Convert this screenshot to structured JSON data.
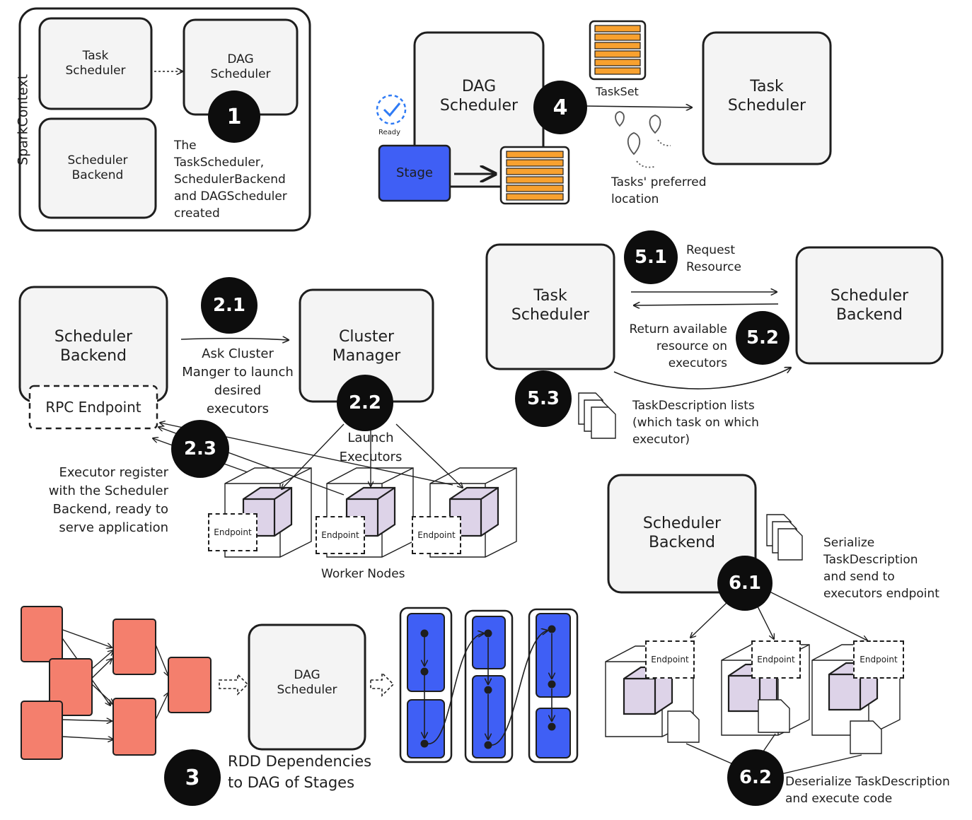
{
  "spark_context_panel": {
    "frame_label": "SparkContext",
    "task_scheduler": "Task\nScheduler",
    "dag_scheduler": "DAG\nScheduler",
    "scheduler_backend": "Scheduler\nBackend",
    "step_badge": "1",
    "caption": "The\nTaskScheduler,\nSchedulerBackend\nand DAGScheduler\ncreated"
  },
  "stage_submit_panel": {
    "dag_scheduler": "DAG\nScheduler",
    "ready_label": "Ready",
    "stage_label": "Stage",
    "step_badge": "4",
    "taskset_label": "TaskSet",
    "task_scheduler": "Task\nScheduler",
    "preferred_location_label": "Tasks' preferred\nlocation"
  },
  "executor_launch_panel": {
    "scheduler_backend": "Scheduler\nBackend",
    "rpc_endpoint": "RPC Endpoint",
    "badge_2_1": "2.1",
    "ask_cluster_label": "Ask Cluster\nManger to launch\ndesired\nexecutors",
    "cluster_manager": "Cluster\nManager",
    "badge_2_2": "2.2",
    "launch_label": "Launch\nExecutors",
    "badge_2_3": "2.3",
    "register_label": "Executor register\nwith the Scheduler\nBackend, ready to\nserve application",
    "endpoint_label": "Endpoint",
    "worker_nodes_label": "Worker Nodes"
  },
  "resource_offer_panel": {
    "task_scheduler": "Task\nScheduler",
    "scheduler_backend": "Scheduler\nBackend",
    "badge_5_1": "5.1",
    "request_label": "Request\nResource",
    "badge_5_2": "5.2",
    "return_label": "Return available\nresource on\nexecutors",
    "badge_5_3": "5.3",
    "task_desc_label": "TaskDescription lists\n(which task on which\nexecutor)"
  },
  "task_dispatch_panel": {
    "scheduler_backend": "Scheduler\nBackend",
    "serialize_label": "Serialize\nTaskDescription\nand send to\nexecutors endpoint",
    "badge_6_1": "6.1",
    "endpoint_label": "Endpoint",
    "badge_6_2": "6.2",
    "deserialize_label": "Deserialize TaskDescription\nand execute code"
  },
  "dag_build_panel": {
    "dag_scheduler": "DAG\nScheduler",
    "badge_3": "3",
    "caption": "RDD Dependencies\nto DAG of Stages"
  },
  "colors": {
    "box_fill": "#f4f4f4",
    "stroke": "#1e1e1e",
    "badge_fill": "#0d0d0d",
    "stage_blue": "#3f5ff5",
    "task_orange": "#f8a12f",
    "rdd_red": "#f47f6d",
    "cube_purple": "#ddd3e8"
  }
}
